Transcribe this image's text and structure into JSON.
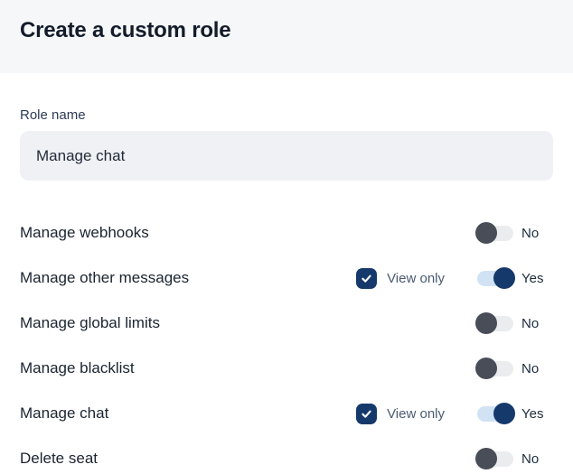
{
  "header": {
    "title": "Create a custom role"
  },
  "form": {
    "role_name_label": "Role name",
    "role_name_value": "Manage chat"
  },
  "permissions": [
    {
      "label": "Manage webhooks",
      "view_only": false,
      "view_only_label": "",
      "enabled": false,
      "state_label": "No"
    },
    {
      "label": "Manage other messages",
      "view_only": true,
      "view_only_label": "View only",
      "enabled": true,
      "state_label": "Yes"
    },
    {
      "label": "Manage global limits",
      "view_only": false,
      "view_only_label": "",
      "enabled": false,
      "state_label": "No"
    },
    {
      "label": "Manage blacklist",
      "view_only": false,
      "view_only_label": "",
      "enabled": false,
      "state_label": "No"
    },
    {
      "label": "Manage chat",
      "view_only": true,
      "view_only_label": "View only",
      "enabled": true,
      "state_label": "Yes"
    },
    {
      "label": "Delete seat",
      "view_only": false,
      "view_only_label": "",
      "enabled": false,
      "state_label": "No"
    }
  ],
  "colors": {
    "accent_navy": "#15396b",
    "toggle_off_knob": "#484d57",
    "toggle_off_track": "#ebecee",
    "toggle_on_track": "#d0e2f4",
    "header_bg": "#f6f7f9",
    "input_bg": "#f0f1f4"
  }
}
